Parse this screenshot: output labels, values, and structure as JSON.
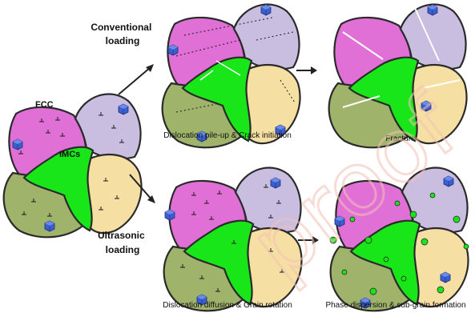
{
  "labels": {
    "conventional_loading": [
      "Conventional",
      "loading"
    ],
    "ultrasonic_loading": [
      "Ultrasonic",
      "loading"
    ],
    "fcc": "FCC",
    "imcs": "IMCs",
    "pileup_caption": "Dislocation pile-up & Crack initiation",
    "fracture_caption": "Fracture",
    "diffusion_caption": "Dislocation diffusion & Grain rotation",
    "dispersion_caption": "Phase dispersion & sub-grain formation"
  },
  "watermark": "proof",
  "colors": {
    "fcc_grain": "#e070d6",
    "lavender_grain": "#c9bde0",
    "olive_grain": "#9fb36a",
    "cream_grain": "#f6dfa2",
    "imc_phase": "#19e619",
    "cube": "#3b5fcf",
    "watermark": "#f3c2b8"
  },
  "icons": [
    "arrow-right-up",
    "arrow-right-down",
    "arrow-right",
    "dislocation-symbol",
    "blue-cube",
    "crack-line"
  ]
}
